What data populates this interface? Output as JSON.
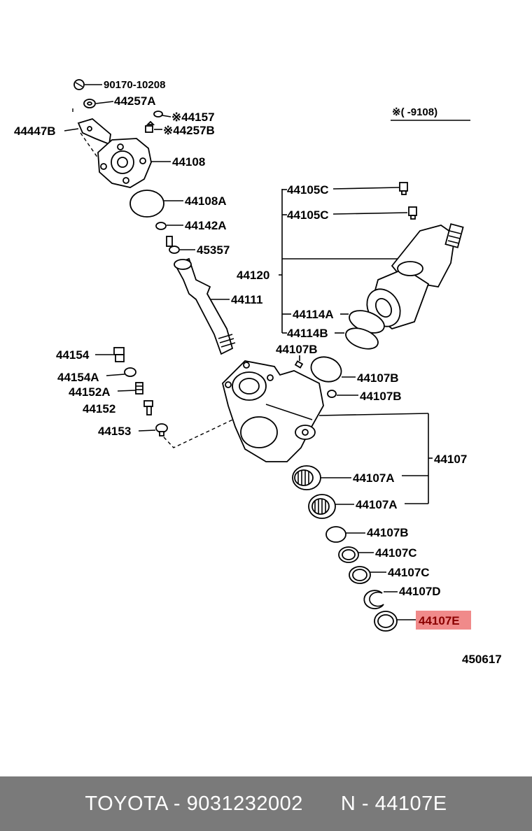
{
  "parts": {
    "p90170_10208": "90170-10208",
    "p44257A": "44257A",
    "p44157": "※44157",
    "p44257B": "※44257B",
    "p44447B": "44447B",
    "p44108": "44108",
    "p44108A": "44108A",
    "p44142A": "44142A",
    "p45357": "45357",
    "p44111": "44111",
    "p44105C_1": "44105C",
    "p44105C_2": "44105C",
    "p44120": "44120",
    "p44114A": "44114A",
    "p44114B": "44114B",
    "p44154": "44154",
    "p44154A": "44154A",
    "p44152A": "44152A",
    "p44152": "44152",
    "p44153": "44153",
    "p44107B_top": "44107B",
    "p44107B_ring": "44107B",
    "p44107B_small": "44107B",
    "p44107": "44107",
    "p44107A_1": "44107A",
    "p44107A_2": "44107A",
    "p44107B_low": "44107B",
    "p44107C_1": "44107C",
    "p44107C_2": "44107C",
    "p44107D": "44107D",
    "p44107E": "44107E"
  },
  "note": "※(     -9108)",
  "diagram_code": "450617",
  "highlight_color": "#f08a8a",
  "footer": {
    "left": "TOYOTA - 9031232002",
    "right": "N - 44107E"
  }
}
